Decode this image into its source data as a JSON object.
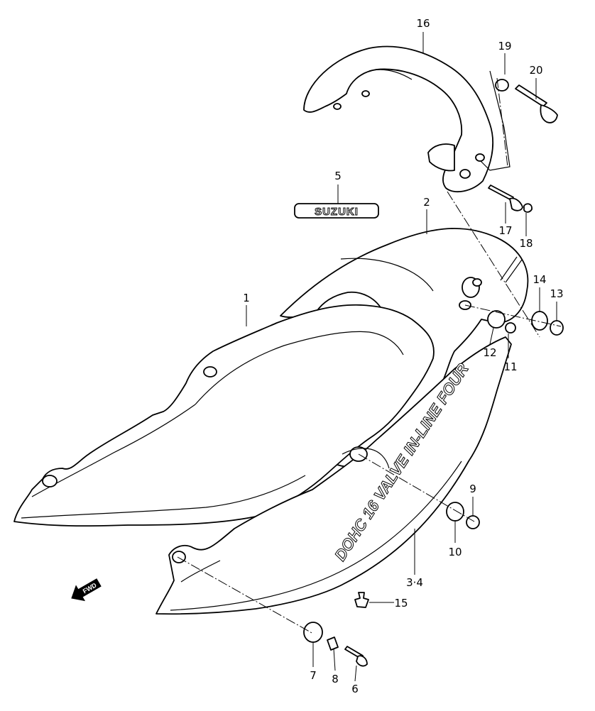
{
  "callouts": {
    "c1": "1",
    "c2": "2",
    "c3_4": "3·4",
    "c5": "5",
    "c6": "6",
    "c7": "7",
    "c8": "8",
    "c9": "9",
    "c10": "10",
    "c11": "11",
    "c12": "12",
    "c13": "13",
    "c14": "14",
    "c15": "15",
    "c16": "16",
    "c17": "17",
    "c18": "18",
    "c19": "19",
    "c20": "20"
  },
  "emblem": {
    "text": "SUZUKI"
  },
  "decal": {
    "text": "DOHC 16 VALVE IN-LINE FOUR"
  },
  "direction_indicator": {
    "text": "FWD",
    "icon": "forward-arrow-icon"
  },
  "colors": {
    "line": "#000000",
    "fill": "#ffffff"
  }
}
